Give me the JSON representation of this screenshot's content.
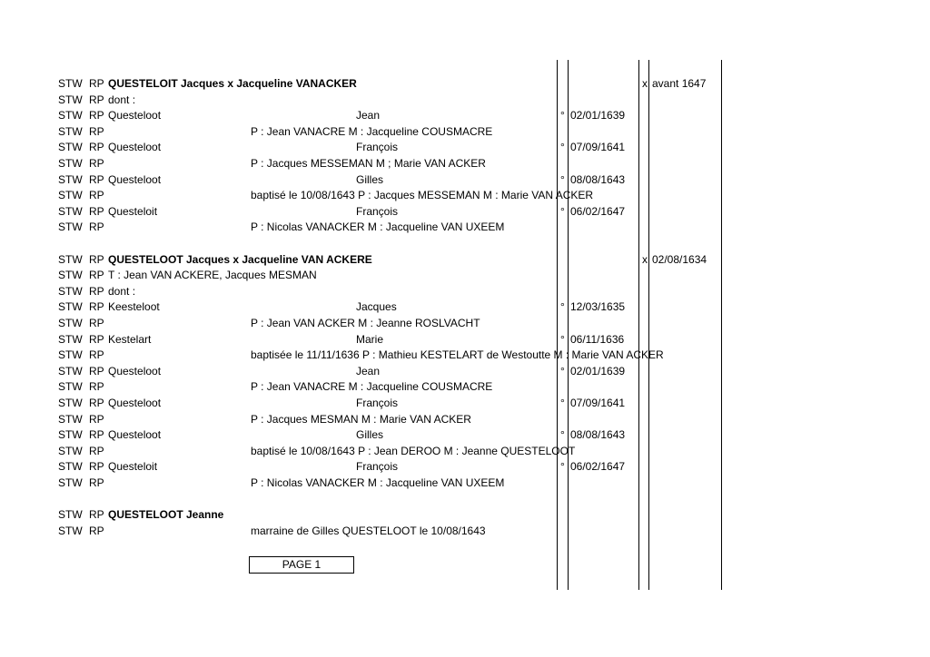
{
  "rows": [
    {
      "code": "STW",
      "rp": "RP",
      "name": "QUESTELOIT Jacques x Jacqueline VANACKER",
      "bold": true,
      "detail": "",
      "first": "",
      "sym": "",
      "date": "",
      "x": "x",
      "mdate": "avant 1647"
    },
    {
      "code": "STW",
      "rp": "RP",
      "name": "dont :",
      "bold": false,
      "detail": "",
      "first": "",
      "sym": "",
      "date": "",
      "x": "",
      "mdate": ""
    },
    {
      "code": "STW",
      "rp": "RP",
      "name": "Questeloot",
      "bold": false,
      "detail": "",
      "first": "Jean",
      "sym": "°",
      "date": "02/01/1639",
      "x": "",
      "mdate": ""
    },
    {
      "code": "STW",
      "rp": "RP",
      "name": "",
      "bold": false,
      "detail": "P : Jean VANACRE M : Jacqueline COUSMACRE",
      "first": "",
      "sym": "",
      "date": "",
      "x": "",
      "mdate": ""
    },
    {
      "code": "STW",
      "rp": "RP",
      "name": "Questeloot",
      "bold": false,
      "detail": "",
      "first": "François",
      "sym": "°",
      "date": "07/09/1641",
      "x": "",
      "mdate": ""
    },
    {
      "code": "STW",
      "rp": "RP",
      "name": "",
      "bold": false,
      "detail": "P : Jacques MESSEMAN M ; Marie VAN ACKER",
      "first": "",
      "sym": "",
      "date": "",
      "x": "",
      "mdate": ""
    },
    {
      "code": "STW",
      "rp": "RP",
      "name": "Questeloot",
      "bold": false,
      "detail": "",
      "first": "Gilles",
      "sym": "°",
      "date": "08/08/1643",
      "x": "",
      "mdate": ""
    },
    {
      "code": "STW",
      "rp": "RP",
      "name": "",
      "bold": false,
      "detail": "baptisé le 10/08/1643 P : Jacques MESSEMAN M : Marie VAN ACKER",
      "first": "",
      "sym": "",
      "date": "",
      "x": "",
      "mdate": ""
    },
    {
      "code": "STW",
      "rp": "RP",
      "name": "Questeloit",
      "bold": false,
      "detail": "",
      "first": "François",
      "sym": "°",
      "date": "06/02/1647",
      "x": "",
      "mdate": ""
    },
    {
      "code": "STW",
      "rp": "RP",
      "name": "",
      "bold": false,
      "detail": "P : Nicolas VANACKER M : Jacqueline VAN UXEEM",
      "first": "",
      "sym": "",
      "date": "",
      "x": "",
      "mdate": ""
    },
    {
      "blank": true
    },
    {
      "code": "STW",
      "rp": "RP",
      "name": "QUESTELOOT Jacques x Jacqueline VAN ACKERE",
      "bold": true,
      "detail": "",
      "first": "",
      "sym": "",
      "date": "",
      "x": "x",
      "mdate": "02/08/1634"
    },
    {
      "code": "STW",
      "rp": "RP",
      "name": "T : Jean VAN ACKERE, Jacques MESMAN",
      "bold": false,
      "detail": "",
      "first": "",
      "sym": "",
      "date": "",
      "x": "",
      "mdate": ""
    },
    {
      "code": "STW",
      "rp": "RP",
      "name": "dont :",
      "bold": false,
      "detail": "",
      "first": "",
      "sym": "",
      "date": "",
      "x": "",
      "mdate": ""
    },
    {
      "code": "STW",
      "rp": "RP",
      "name": "Keesteloot",
      "bold": false,
      "detail": "",
      "first": "Jacques",
      "sym": "°",
      "date": "12/03/1635",
      "x": "",
      "mdate": ""
    },
    {
      "code": "STW",
      "rp": "RP",
      "name": "",
      "bold": false,
      "detail": "P : Jean VAN ACKER M : Jeanne ROSLVACHT",
      "first": "",
      "sym": "",
      "date": "",
      "x": "",
      "mdate": ""
    },
    {
      "code": "STW",
      "rp": "RP",
      "name": "Kestelart",
      "bold": false,
      "detail": "",
      "first": "Marie",
      "sym": "°",
      "date": "06/11/1636",
      "x": "",
      "mdate": ""
    },
    {
      "code": "STW",
      "rp": "RP",
      "name": "",
      "bold": false,
      "detail": "baptisée le 11/11/1636 P : Mathieu KESTELART de Westoutte M : Marie VAN ACKER",
      "first": "",
      "sym": "",
      "date": "",
      "x": "",
      "mdate": ""
    },
    {
      "code": "STW",
      "rp": "RP",
      "name": "Questeloot",
      "bold": false,
      "detail": "",
      "first": "Jean",
      "sym": "°",
      "date": "02/01/1639",
      "x": "",
      "mdate": ""
    },
    {
      "code": "STW",
      "rp": "RP",
      "name": "",
      "bold": false,
      "detail": "P : Jean VANACRE M : Jacqueline COUSMACRE",
      "first": "",
      "sym": "",
      "date": "",
      "x": "",
      "mdate": ""
    },
    {
      "code": "STW",
      "rp": "RP",
      "name": "Questeloot",
      "bold": false,
      "detail": "",
      "first": "François",
      "sym": "°",
      "date": "07/09/1641",
      "x": "",
      "mdate": ""
    },
    {
      "code": "STW",
      "rp": "RP",
      "name": "",
      "bold": false,
      "detail": "P : Jacques MESMAN M : Marie VAN ACKER",
      "first": "",
      "sym": "",
      "date": "",
      "x": "",
      "mdate": ""
    },
    {
      "code": "STW",
      "rp": "RP",
      "name": "Questeloot",
      "bold": false,
      "detail": "",
      "first": "Gilles",
      "sym": "°",
      "date": "08/08/1643",
      "x": "",
      "mdate": ""
    },
    {
      "code": "STW",
      "rp": "RP",
      "name": "",
      "bold": false,
      "detail": "baptisé le 10/08/1643 P : Jean DEROO M : Jeanne QUESTELOOT",
      "first": "",
      "sym": "",
      "date": "",
      "x": "",
      "mdate": ""
    },
    {
      "code": "STW",
      "rp": "RP",
      "name": "Questeloit",
      "bold": false,
      "detail": "",
      "first": "François",
      "sym": "°",
      "date": "06/02/1647",
      "x": "",
      "mdate": ""
    },
    {
      "code": "STW",
      "rp": "RP",
      "name": "",
      "bold": false,
      "detail": "P : Nicolas VANACKER M : Jacqueline VAN UXEEM",
      "first": "",
      "sym": "",
      "date": "",
      "x": "",
      "mdate": ""
    },
    {
      "blank": true
    },
    {
      "code": "STW",
      "rp": "RP",
      "name": "QUESTELOOT Jeanne",
      "bold": true,
      "detail": "",
      "first": "",
      "sym": "",
      "date": "",
      "x": "",
      "mdate": ""
    },
    {
      "code": "STW",
      "rp": "RP",
      "name": "",
      "bold": false,
      "detail": "marraine de Gilles QUESTELOOT le 10/08/1643",
      "first": "",
      "sym": "",
      "date": "",
      "x": "",
      "mdate": ""
    }
  ],
  "footer": {
    "page_label": "PAGE 1"
  }
}
